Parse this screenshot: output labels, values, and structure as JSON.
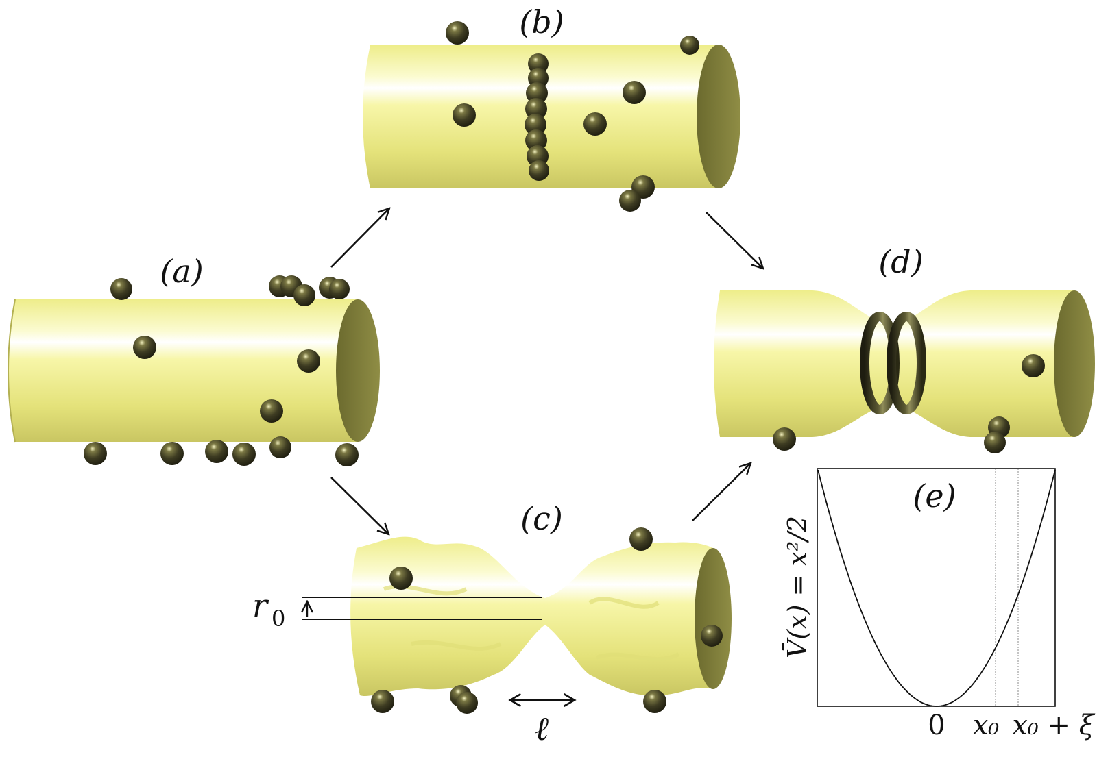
{
  "panels": {
    "a": "(a)",
    "b": "(b)",
    "c": "(c)",
    "d": "(d)",
    "e": "(e)"
  },
  "annotations": {
    "r0_var": "r",
    "r0_sub": "0",
    "ell": "ℓ"
  },
  "colors": {
    "membrane": "#f3f294",
    "membrane_shadow": "#8a8740",
    "particle": "#3f3d25",
    "background": "#ffffff"
  },
  "chart_data": {
    "type": "line",
    "title": "(e)",
    "ylabel": "V̄(x) = x²/2",
    "series": [
      {
        "name": "",
        "function": "x^2/2",
        "x": [
          -1,
          -0.75,
          -0.5,
          -0.25,
          0,
          0.25,
          0.5,
          0.75,
          1
        ],
        "y": [
          1,
          0.5625,
          0.25,
          0.0625,
          0,
          0.0625,
          0.25,
          0.5625,
          1
        ]
      }
    ],
    "xticks": [
      "0",
      "x₀",
      "x₀ + ξ"
    ],
    "vlines": [
      "x₀",
      "x₀ + ξ"
    ],
    "grid": false
  }
}
